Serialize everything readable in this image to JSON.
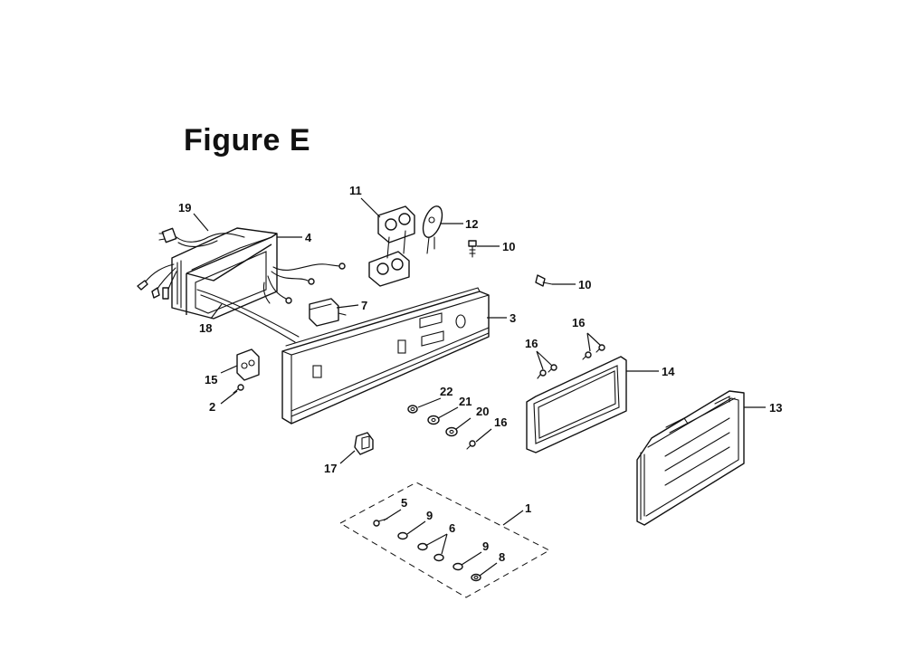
{
  "figure": {
    "title": "Figure E"
  },
  "callouts": [
    {
      "id": "c19",
      "text": "19"
    },
    {
      "id": "c4",
      "text": "4"
    },
    {
      "id": "c11",
      "text": "11"
    },
    {
      "id": "c12",
      "text": "12"
    },
    {
      "id": "c10a",
      "text": "10"
    },
    {
      "id": "c10b",
      "text": "10"
    },
    {
      "id": "c7",
      "text": "7"
    },
    {
      "id": "c18",
      "text": "18"
    },
    {
      "id": "c3",
      "text": "3"
    },
    {
      "id": "c16a",
      "text": "16"
    },
    {
      "id": "c16b",
      "text": "16"
    },
    {
      "id": "c14",
      "text": "14"
    },
    {
      "id": "c15",
      "text": "15"
    },
    {
      "id": "c2",
      "text": "2"
    },
    {
      "id": "c22",
      "text": "22"
    },
    {
      "id": "c21",
      "text": "21"
    },
    {
      "id": "c20",
      "text": "20"
    },
    {
      "id": "c16c",
      "text": "16"
    },
    {
      "id": "c13",
      "text": "13"
    },
    {
      "id": "c17",
      "text": "17"
    },
    {
      "id": "c1",
      "text": "1"
    },
    {
      "id": "c5",
      "text": "5"
    },
    {
      "id": "c9a",
      "text": "9"
    },
    {
      "id": "c6",
      "text": "6"
    },
    {
      "id": "c9b",
      "text": "9"
    },
    {
      "id": "c8",
      "text": "8"
    }
  ]
}
